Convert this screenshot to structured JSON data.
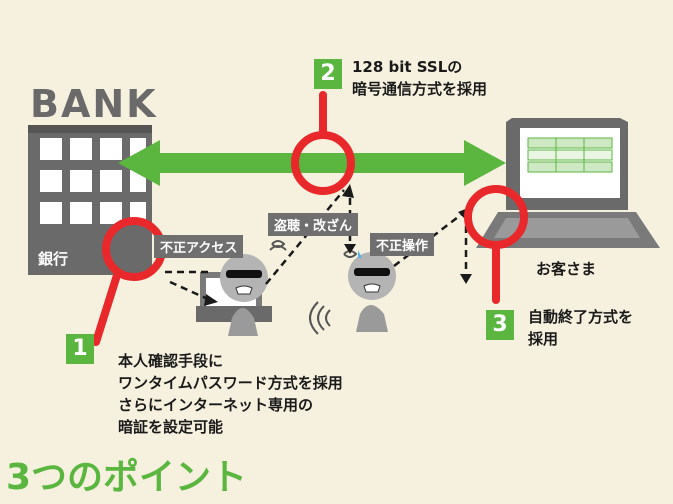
{
  "bank": {
    "word": "BANK",
    "label_jp": "銀行"
  },
  "customer": {
    "label": "お客さま"
  },
  "threats": {
    "unauthorized_access": "不正アクセス",
    "eavesdropping": "盗聴・改ざん",
    "unauthorized_operation": "不正操作"
  },
  "points": [
    {
      "number": "1",
      "lines": [
        "本人確認手段に",
        "ワンタイムパスワード方式を採用",
        "さらにインターネット専用の",
        "暗証を設定可能"
      ]
    },
    {
      "number": "2",
      "lines": [
        "128 bit SSLの",
        "暗号通信方式を採用"
      ]
    },
    {
      "number": "3",
      "lines": [
        "自動終了方式を",
        "採用"
      ]
    }
  ],
  "heading": "3つのポイント",
  "colors": {
    "accent_green": "#5bb640",
    "highlight_red": "#e8282b",
    "building_gray": "#6a6a6a",
    "background": "#f6f1df"
  }
}
